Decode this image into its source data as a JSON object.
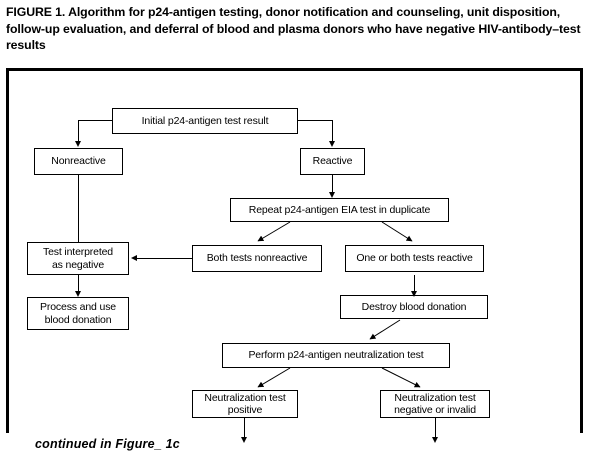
{
  "figure": {
    "caption": "FIGURE 1. Algorithm for p24-antigen testing, donor notification and counseling, unit disposition, follow-up evaluation, and deferral of blood and plasma donors who have negative HIV-antibody–test results",
    "continued_note": "continued in Figure_ 1c"
  },
  "flowchart": {
    "type": "flowchart",
    "nodes": [
      {
        "id": "initial",
        "label": "Initial p24-antigen test result"
      },
      {
        "id": "nonreactive",
        "label": "Nonreactive"
      },
      {
        "id": "reactive",
        "label": "Reactive"
      },
      {
        "id": "repeat_eia",
        "label": "Repeat p24-antigen EIA test in duplicate"
      },
      {
        "id": "both_nonreact",
        "label": "Both tests nonreactive"
      },
      {
        "id": "one_or_both",
        "label": "One or both tests reactive"
      },
      {
        "id": "test_negative",
        "label": "Test interpreted\nas negative"
      },
      {
        "id": "test_negative_l1",
        "label": "Test interpreted"
      },
      {
        "id": "test_negative_l2",
        "label": "as negative"
      },
      {
        "id": "process_use_l1",
        "label": "Process and use"
      },
      {
        "id": "process_use_l2",
        "label": "blood donation"
      },
      {
        "id": "destroy",
        "label": "Destroy blood donation"
      },
      {
        "id": "neutralization",
        "label": "Perform p24-antigen neutralization test"
      },
      {
        "id": "neut_pos_l1",
        "label": "Neutralization test"
      },
      {
        "id": "neut_pos_l2",
        "label": "positive"
      },
      {
        "id": "neut_neg_l1",
        "label": "Neutralization test"
      },
      {
        "id": "neut_neg_l2",
        "label": "negative or invalid"
      }
    ],
    "edges": [
      {
        "from": "initial",
        "to": "nonreactive",
        "style": "orthogonal-left"
      },
      {
        "from": "initial",
        "to": "reactive",
        "style": "orthogonal-right"
      },
      {
        "from": "reactive",
        "to": "repeat_eia",
        "style": "straight-down"
      },
      {
        "from": "repeat_eia",
        "to": "both_nonreact",
        "style": "diagonal-left"
      },
      {
        "from": "repeat_eia",
        "to": "one_or_both",
        "style": "diagonal-right"
      },
      {
        "from": "both_nonreact",
        "to": "test_negative",
        "style": "straight-left"
      },
      {
        "from": "nonreactive",
        "to": "test_negative",
        "style": "straight-down"
      },
      {
        "from": "test_negative",
        "to": "process_use",
        "style": "straight-down"
      },
      {
        "from": "one_or_both",
        "to": "destroy",
        "style": "straight-down"
      },
      {
        "from": "destroy",
        "to": "neutralization",
        "style": "diagonal-left"
      },
      {
        "from": "neutralization",
        "to": "neut_positive",
        "style": "diagonal-left"
      },
      {
        "from": "neutralization",
        "to": "neut_negative",
        "style": "diagonal-right"
      },
      {
        "from": "neut_positive",
        "to": "continues",
        "style": "stub-down"
      },
      {
        "from": "neut_negative",
        "to": "continues",
        "style": "stub-down"
      }
    ],
    "colors": {
      "stroke": "#000000",
      "fill": "#ffffff",
      "text": "#000000"
    }
  }
}
